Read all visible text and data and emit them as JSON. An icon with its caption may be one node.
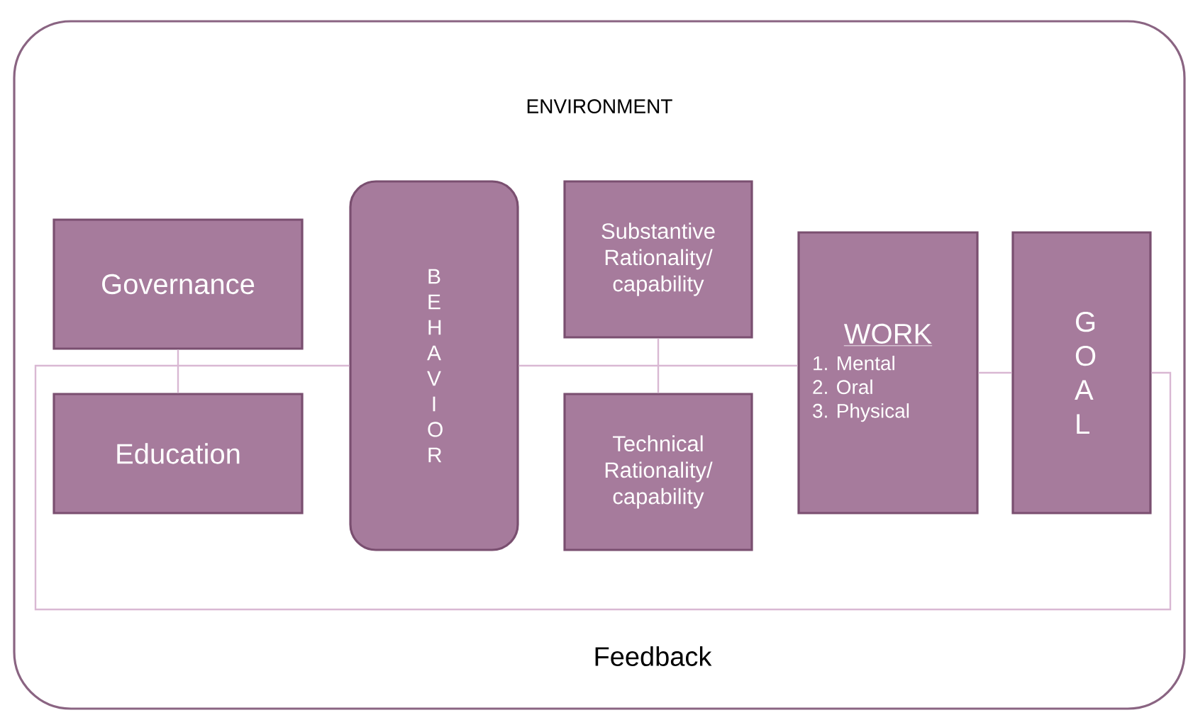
{
  "diagram": {
    "nodes": [
      {
        "text": [
          "ENVIRONMENT"
        ]
      },
      {
        "text": [
          "Governance"
        ],
        "in": 0
      },
      {
        "text": [
          "Education"
        ],
        "in": 0
      },
      {
        "text": [
          "B E H A V I O R"
        ],
        "in": 0
      },
      {
        "text": [
          "Substantive Rationality/ capability"
        ],
        "in": 0
      },
      {
        "text": [
          "Technical Rationality/ capability"
        ],
        "in": 0
      },
      {
        "text": [
          "WORK",
          "1. Mental",
          "2. Oral",
          "3. Physical"
        ],
        "in": 0
      },
      {
        "text": [
          "G O A L"
        ],
        "in": 0
      }
    ],
    "edges": [
      {
        "from": 1,
        "to": 2,
        "arrow": "none"
      },
      {
        "from": 4,
        "to": 5,
        "arrow": "none"
      },
      {
        "from": 3,
        "to": 6,
        "arrow": "none"
      },
      {
        "from": 6,
        "to": 7,
        "arrow": "none"
      },
      {
        "from": 7,
        "to": 3,
        "arrow": "none",
        "label": "Feedback"
      }
    ]
  }
}
